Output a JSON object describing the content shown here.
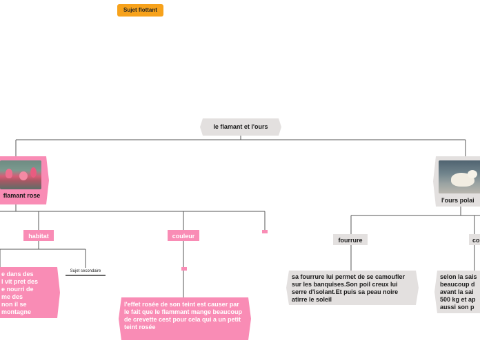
{
  "floating_topic": "Sujet flottant",
  "central_topic": "le flamant et l'ours",
  "main_topics": [
    {
      "label": "flamant rose",
      "image": "flamingo-photo"
    },
    {
      "label": "l'ours polai",
      "image": "polar-bear-photo"
    }
  ],
  "subtopics": {
    "habitat": "habitat",
    "couleur": "couleur",
    "fourrure": "fourrure",
    "co": "co",
    "sujet_secondaire": "Sujet secondaire"
  },
  "notes": {
    "habitat_note": [
      "e dans des",
      "l vit pret des",
      "e nourri de",
      "me des",
      "non il se",
      "montagne"
    ],
    "couleur_note": "l'effet rosée de son teint est causer par le fait que le flammant mange beaucoup de crevette cest pour cela qui a un petit teint rosée",
    "fourrure_note": "sa fourrure lui permet de se camoufler sur les banquises.Son poil creux lui serre d'isolant.Et puis sa peau noire atirre le soleil",
    "co_note": [
      "selon la sais",
      "beaucoup d",
      "avant la sai",
      "500 kg et ap",
      "aussi son p"
    ]
  },
  "colors": {
    "pink": "#f98cb5",
    "grey": "#e3e0df",
    "orange": "#f7a21b",
    "line": "#555555"
  }
}
